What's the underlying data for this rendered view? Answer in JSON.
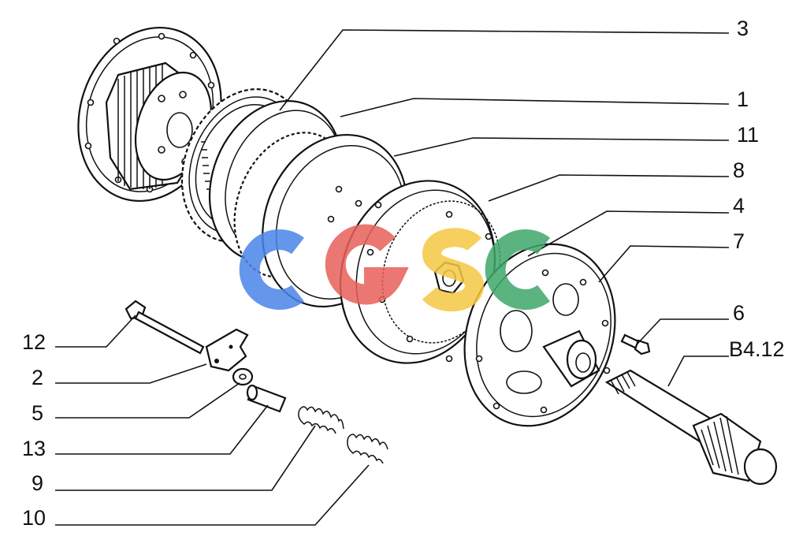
{
  "callouts": {
    "c3": "3",
    "c1": "1",
    "c11": "11",
    "c8": "8",
    "c4": "4",
    "c7": "7",
    "c6": "6",
    "cB412": "B4.12",
    "c12": "12",
    "c2": "2",
    "c5": "5",
    "c13": "13",
    "c9": "9",
    "c10": "10"
  },
  "watermark": {
    "letters": [
      "C",
      "G",
      "S",
      "C"
    ],
    "colors": [
      "#4a86e8",
      "#e8605a",
      "#f5c842",
      "#3fa86b"
    ]
  }
}
